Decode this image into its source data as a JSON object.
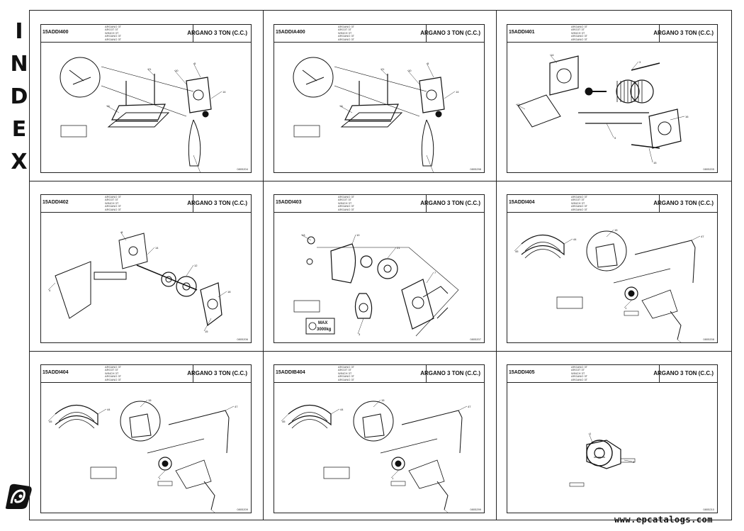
{
  "side_index": [
    "I",
    "N",
    "D",
    "E",
    "X"
  ],
  "watermark": "www.epcatalogs.com",
  "panels": [
    {
      "code": "15ADDI400",
      "title": "ARGANO 3 TON (C.C.)",
      "ident": [
        "ARGANO 3T",
        "ARG3T 3T",
        "WINCH 3T",
        "ARGANO 3T",
        "ARGANO 3T"
      ],
      "bottom": "0805204"
    },
    {
      "code": "15ADDIA400",
      "title": "ARGANO 3 TON (C.C.)",
      "ident": [
        "ARGANO 3T",
        "ARG3T 3T",
        "WINCH 3T",
        "ARGANO 3T",
        "ARGANO 3T"
      ],
      "bottom": "0805298"
    },
    {
      "code": "15ADDI401",
      "title": "ARGANO 3 TON (C.C.)",
      "ident": [
        "ARGANO 3T",
        "ARG3T 3T",
        "WINCH 3T",
        "ARGANO 3T",
        "ARGANO 3T"
      ],
      "bottom": "0805205"
    },
    {
      "code": "15ADDI402",
      "title": "ARGANO 3 TON (C.C.)",
      "ident": [
        "ARGANO 3T",
        "ARG3T 3T",
        "WINCH 3T",
        "ARGANO 3T",
        "ARGANO 3T"
      ],
      "bottom": "0805206"
    },
    {
      "code": "15ADDI403",
      "title": "ARGANO 3 TON (C.C.)",
      "ident": [
        "ARGANO 3T",
        "ARG3T 3T",
        "WINCH 3T",
        "ARGANO 3T",
        "ARGANO 3T"
      ],
      "bottom": "0805207",
      "max_load": [
        "MAX",
        "3000kg"
      ]
    },
    {
      "code": "15ADDI404",
      "title": "ARGANO 3 TON (C.C.)",
      "ident": [
        "ARGANO 3T",
        "ARG3T 3T",
        "WINCH 3T",
        "ARGANO 3T",
        "ARGANO 3T"
      ],
      "bottom": "0805208"
    },
    {
      "code": "15ADDI404",
      "title": "ARGANO 3 TON (C.C.)",
      "ident": [
        "ARGANO 3T",
        "ARG3T 3T",
        "WINCH 3T",
        "ARGANO 3T",
        "ARGANO 3T"
      ],
      "bottom": "0805209"
    },
    {
      "code": "15ADDIB404",
      "title": "ARGANO 3 TON (C.C.)",
      "ident": [
        "ARGANO 3T",
        "ARG3T 3T",
        "WINCH 3T",
        "ARGANO 3T",
        "ARGANO 3T"
      ],
      "bottom": "0805299"
    },
    {
      "code": "15ADDI405",
      "title": "ARGANO 3 TON (C.C.)",
      "ident": [
        "ARGANO 3T",
        "ARG3T 3T",
        "WINCH 3T",
        "ARGANO 3T",
        "ARGANO 3T"
      ],
      "bottom": "0805210"
    }
  ]
}
